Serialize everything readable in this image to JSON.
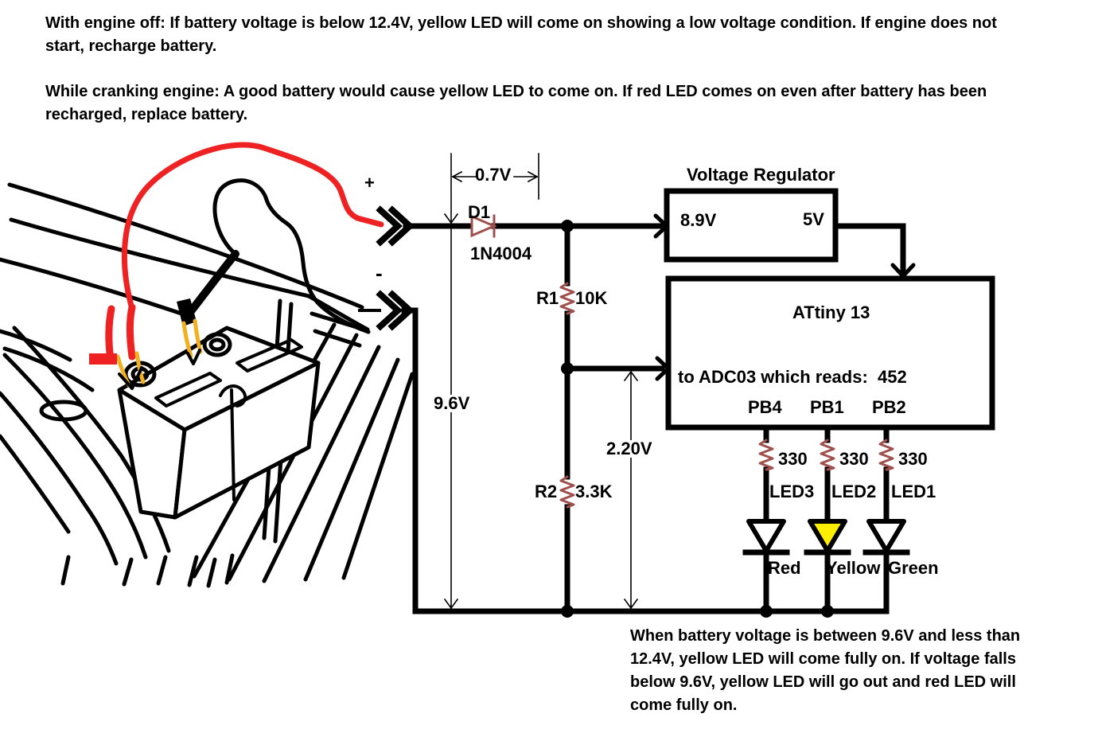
{
  "notes": {
    "engine_off_line1": "With engine off: If battery voltage is below 12.4V, yellow LED will come on showing a low voltage condition. If engine does not",
    "engine_off_line2": "start, recharge battery.",
    "cranking_line1": "While cranking engine: A good battery would cause yellow LED to come on. If red LED comes on even after battery has been",
    "cranking_line2": "recharged, replace battery.",
    "bottom_line1": "When battery voltage is between 9.6V and less than",
    "bottom_line2": "12.4V, yellow LED will come fully on. If voltage falls",
    "bottom_line3": "below 9.6V, yellow LED will go out and red LED will",
    "bottom_line4": "come fully on."
  },
  "terminals": {
    "positive": "+",
    "negative": "-"
  },
  "measurements": {
    "diode_drop": "0.7V",
    "battery": "9.6V",
    "divider": "2.20V"
  },
  "diode": {
    "ref": "D1",
    "part": "1N4004"
  },
  "regulator": {
    "title": "Voltage Regulator",
    "input_voltage": "8.9V",
    "output_voltage": "5V"
  },
  "mcu": {
    "title": "ATtiny 13",
    "adc_note": "to ADC03 which reads:  452",
    "pins": [
      "PB4",
      "PB1",
      "PB2"
    ]
  },
  "resistors": {
    "r1_ref": "R1",
    "r1_value": "10K",
    "r2_ref": "R2",
    "r2_value": "3.3K",
    "led_values": [
      "330",
      "330",
      "330"
    ]
  },
  "leds": {
    "refs": [
      "LED3",
      "LED2",
      "LED1"
    ],
    "colors": [
      "Red",
      "Yellow",
      "Green"
    ]
  },
  "palette": {
    "cable_red": "#ee2222",
    "component_brown": "#a0504c",
    "led_yellow": "#ffee00",
    "clamp_yellow": "#f2b01e",
    "ink": "#000000"
  }
}
